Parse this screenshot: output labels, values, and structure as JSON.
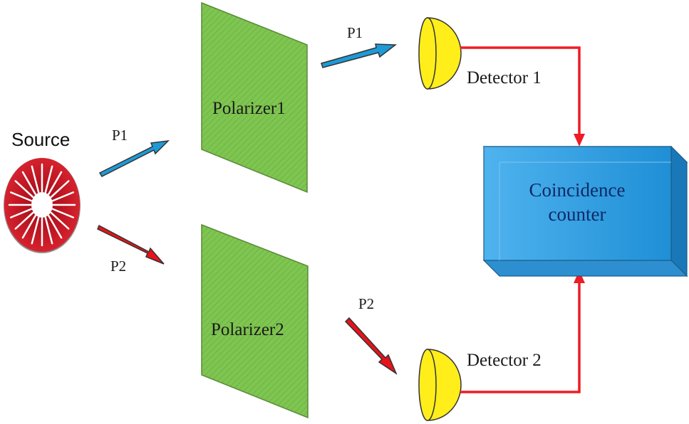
{
  "source": {
    "label": "Source"
  },
  "polarizers": [
    {
      "label": "Polarizer1"
    },
    {
      "label": "Polarizer2"
    }
  ],
  "detectors": [
    {
      "label": "Detector 1"
    },
    {
      "label": "Detector 2"
    }
  ],
  "counter": {
    "line1": "Coincidence",
    "line2": "counter"
  },
  "beams": {
    "p1_in": "P1",
    "p2_in": "P2",
    "p1_out": "P1",
    "p2_out": "P2"
  },
  "colors": {
    "beam1": "#1e9ad6",
    "beam2": "#e8121a",
    "wire": "#ee1c24",
    "polarizer": "#7fc551",
    "detector": "#ffee1a",
    "counter": "#3aa8e6",
    "source": "#d3202a"
  }
}
